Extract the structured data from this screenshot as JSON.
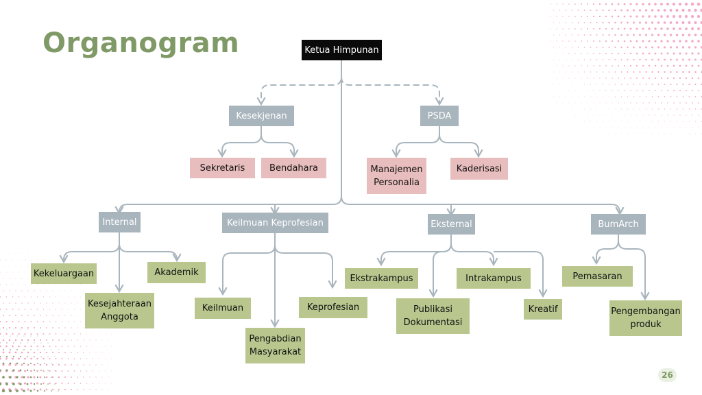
{
  "slide": {
    "title": "Organogram",
    "page_number": "26",
    "accent_color": "#7f9a66",
    "dot_color": "#f3a9c6",
    "green_dot_color": "#7f9a66"
  },
  "org": {
    "root": "Ketua Himpunan",
    "departments": {
      "kesekjenan": "Kesekjenan",
      "psda": "PSDA",
      "internal": "Internal",
      "keilmuan_keprofesian": "Keilmuan Keprofesian",
      "eksternal": "Eksternal",
      "bumarch": "BumArch"
    },
    "units": {
      "sekretaris": "Sekretaris",
      "bendahara": "Bendahara",
      "manajemen_personalia": "Manajemen Personalia",
      "kaderisasi": "Kaderisasi",
      "kekeluargaan": "Kekeluargaan",
      "kesejahteraan_anggota": "Kesejahteraan Anggota",
      "akademik": "Akademik",
      "keilmuan": "Keilmuan",
      "pengabdian_masyarakat": "Pengabdian Masyarakat",
      "keprofesian": "Keprofesian",
      "ekstrakampus": "Ekstrakampus",
      "publikasi_dokumentasi": "Publikasi Dokumentasi",
      "intrakampus": "Intrakampus",
      "kreatif": "Kreatif",
      "pemasaran": "Pemasaran",
      "pengembangan_produk": "Pengembangan produk"
    }
  }
}
